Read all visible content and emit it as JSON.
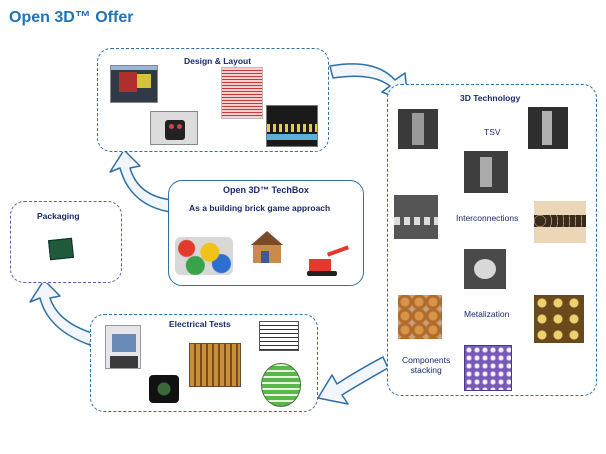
{
  "title": "Open 3D™ Offer",
  "design_layout": {
    "label": "Design & Layout"
  },
  "techbox": {
    "label": "Open 3D™ TechBox",
    "subtitle": "As a building brick game approach"
  },
  "packaging": {
    "label": "Packaging"
  },
  "electrical_tests": {
    "label": "Electrical Tests"
  },
  "technology": {
    "label": "3D Technology",
    "items": [
      "TSV",
      "Interconnections",
      "Metalization",
      "Components\nstacking"
    ]
  },
  "colors": {
    "accent": "#1f73b7",
    "box_border": "#2d6fa6",
    "packaging_border": "#6b5aa6"
  }
}
